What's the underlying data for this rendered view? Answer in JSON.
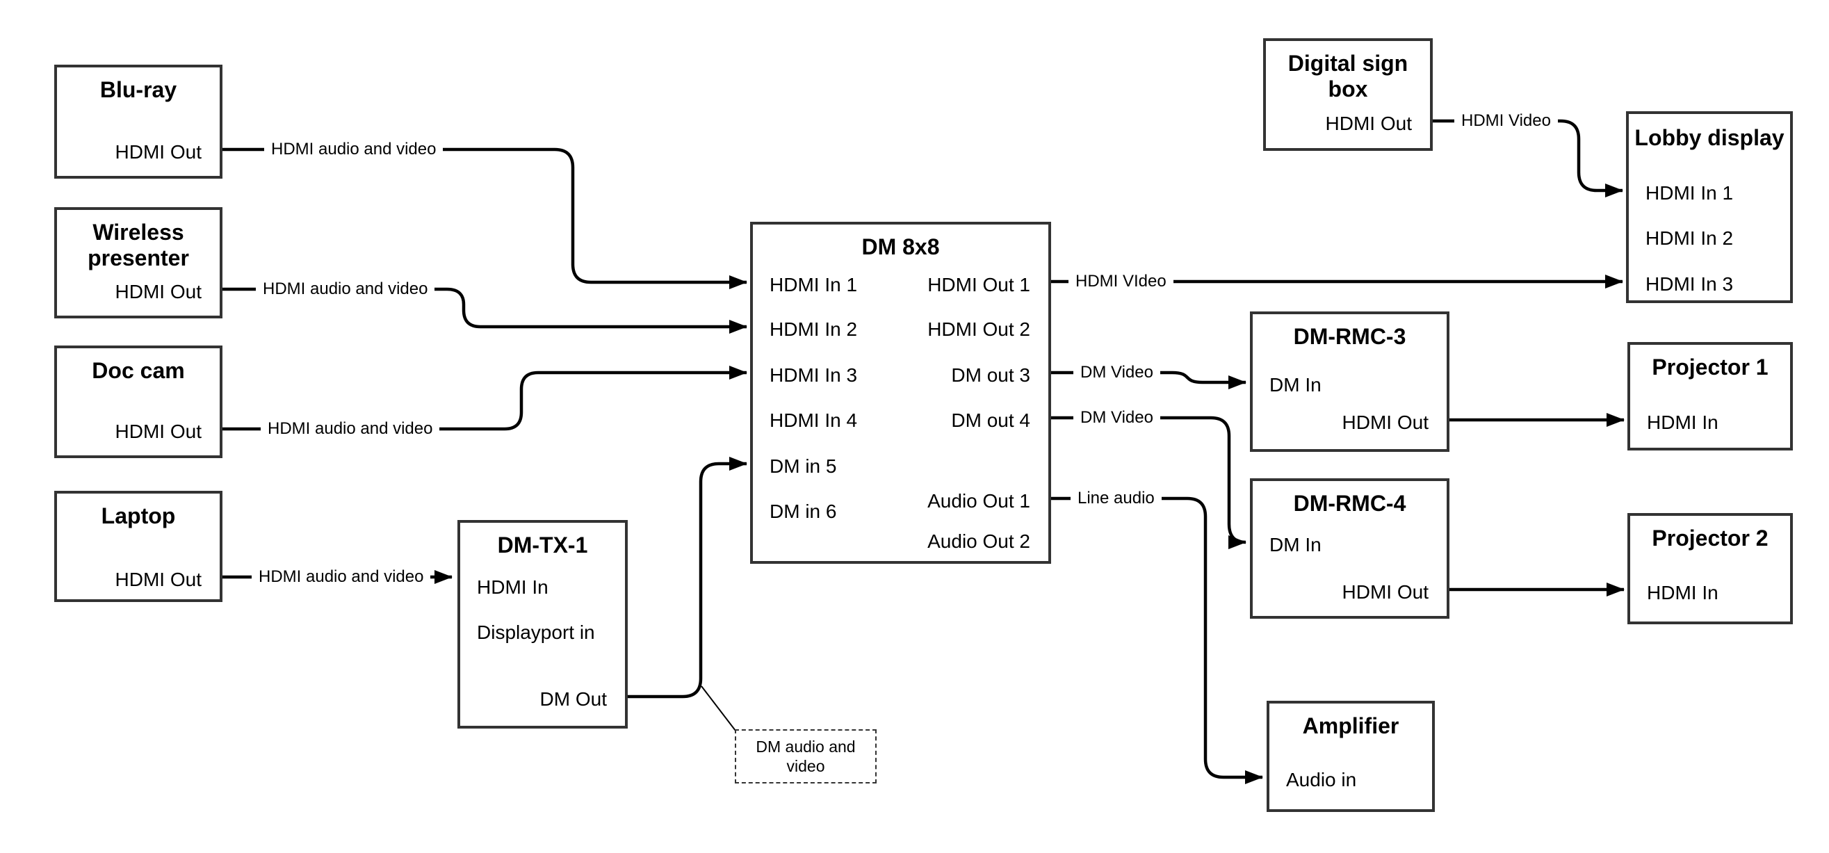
{
  "nodes": {
    "bluray": {
      "title": "Blu-ray",
      "port_out": "HDMI Out"
    },
    "wireless_presenter": {
      "title": "Wireless presenter",
      "port_out": "HDMI Out"
    },
    "doc_cam": {
      "title": "Doc cam",
      "port_out": "HDMI Out"
    },
    "laptop": {
      "title": "Laptop",
      "port_out": "HDMI Out"
    },
    "dm_tx_1": {
      "title": "DM-TX-1",
      "port_hdmi_in": "HDMI In",
      "port_displayport_in": "Displayport in",
      "port_dm_out": "DM Out"
    },
    "dm_8x8": {
      "title": "DM 8x8",
      "port_hdmi_in_1": "HDMI In 1",
      "port_hdmi_in_2": "HDMI In 2",
      "port_hdmi_in_3": "HDMI In 3",
      "port_hdmi_in_4": "HDMI In 4",
      "port_dm_in_5": "DM in 5",
      "port_dm_in_6": "DM in 6",
      "port_hdmi_out_1": "HDMI Out 1",
      "port_hdmi_out_2": "HDMI Out 2",
      "port_dm_out_3": "DM out 3",
      "port_dm_out_4": "DM out 4",
      "port_audio_out_1": "Audio Out 1",
      "port_audio_out_2": "Audio Out 2"
    },
    "digital_sign_box": {
      "title": "Digital sign box",
      "port_out": "HDMI Out"
    },
    "lobby_display": {
      "title": "Lobby display",
      "port_in_1": "HDMI In 1",
      "port_in_2": "HDMI In 2",
      "port_in_3": "HDMI In 3"
    },
    "dm_rmc_3": {
      "title": "DM-RMC-3",
      "port_dm_in": "DM In",
      "port_hdmi_out": "HDMI Out"
    },
    "projector_1": {
      "title": "Projector 1",
      "port_in": "HDMI In"
    },
    "dm_rmc_4": {
      "title": "DM-RMC-4",
      "port_dm_in": "DM In",
      "port_hdmi_out": "HDMI Out"
    },
    "projector_2": {
      "title": "Projector 2",
      "port_in": "HDMI In"
    },
    "amplifier": {
      "title": "Amplifier",
      "port_in": "Audio in"
    }
  },
  "edge_labels": {
    "bluray_to_dm8x8": "HDMI audio and video",
    "wireless_to_dm8x8": "HDMI audio and video",
    "doccam_to_dm8x8": "HDMI audio and video",
    "laptop_to_dmtx1": "HDMI audio and video",
    "hdmi_out_1": "HDMI VIdeo",
    "dm_out_3": "DM Video",
    "dm_out_4": "DM Video",
    "audio_out_1": "Line audio",
    "digital_sign": "HDMI Video"
  },
  "note": {
    "text": "DM audio and video"
  },
  "colors": {
    "line": "#000000",
    "box_border": "#333333",
    "background": "#ffffff",
    "text": "#000000"
  }
}
